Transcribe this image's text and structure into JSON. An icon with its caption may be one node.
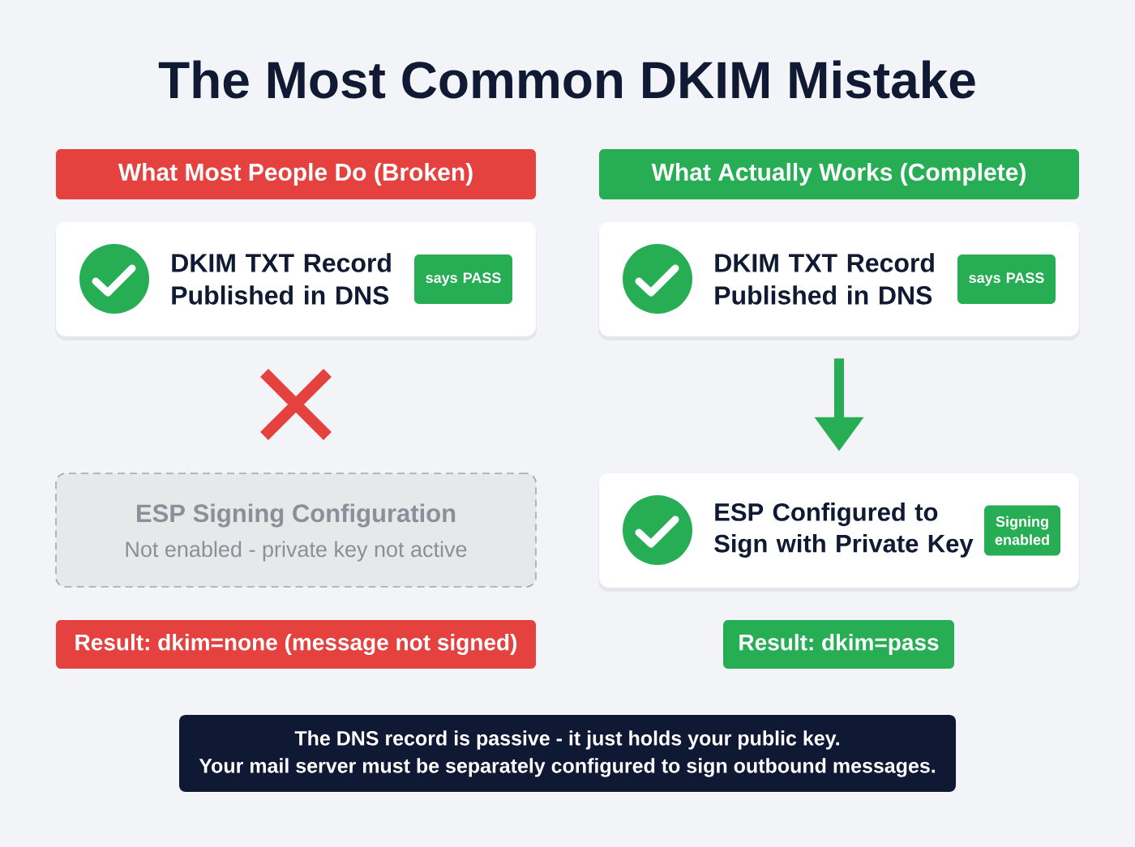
{
  "diagram": {
    "title": "The Most Common DKIM Mistake",
    "nodes": [
      {
        "text": [
          "What Most People Do (Broken)"
        ]
      },
      {
        "text": [
          "DKIM TXT Record Published in DNS"
        ]
      },
      {
        "text": [
          "says PASS"
        ],
        "in": 1
      },
      {
        "text": [
          "ESP Signing Configuration",
          "Not enabled - private key not active"
        ]
      },
      {
        "text": [
          "Result: dkim=none (message not signed)"
        ]
      },
      {
        "text": [
          "What Actually Works (Complete)"
        ]
      },
      {
        "text": [
          "DKIM TXT Record Published in DNS"
        ]
      },
      {
        "text": [
          "says PASS"
        ],
        "in": 6
      },
      {
        "text": [
          "ESP Configured to Sign with Private Key"
        ]
      },
      {
        "text": [
          "Signing enabled"
        ],
        "in": 8
      },
      {
        "text": [
          "Result: dkim=pass"
        ]
      },
      {
        "text": [
          "The DNS record is passive - it just holds your public key.",
          "Your mail server must be separately configured to sign outbound messages."
        ]
      }
    ],
    "edges": [
      {
        "from": 6,
        "to": 8,
        "arrow": "to"
      }
    ]
  }
}
